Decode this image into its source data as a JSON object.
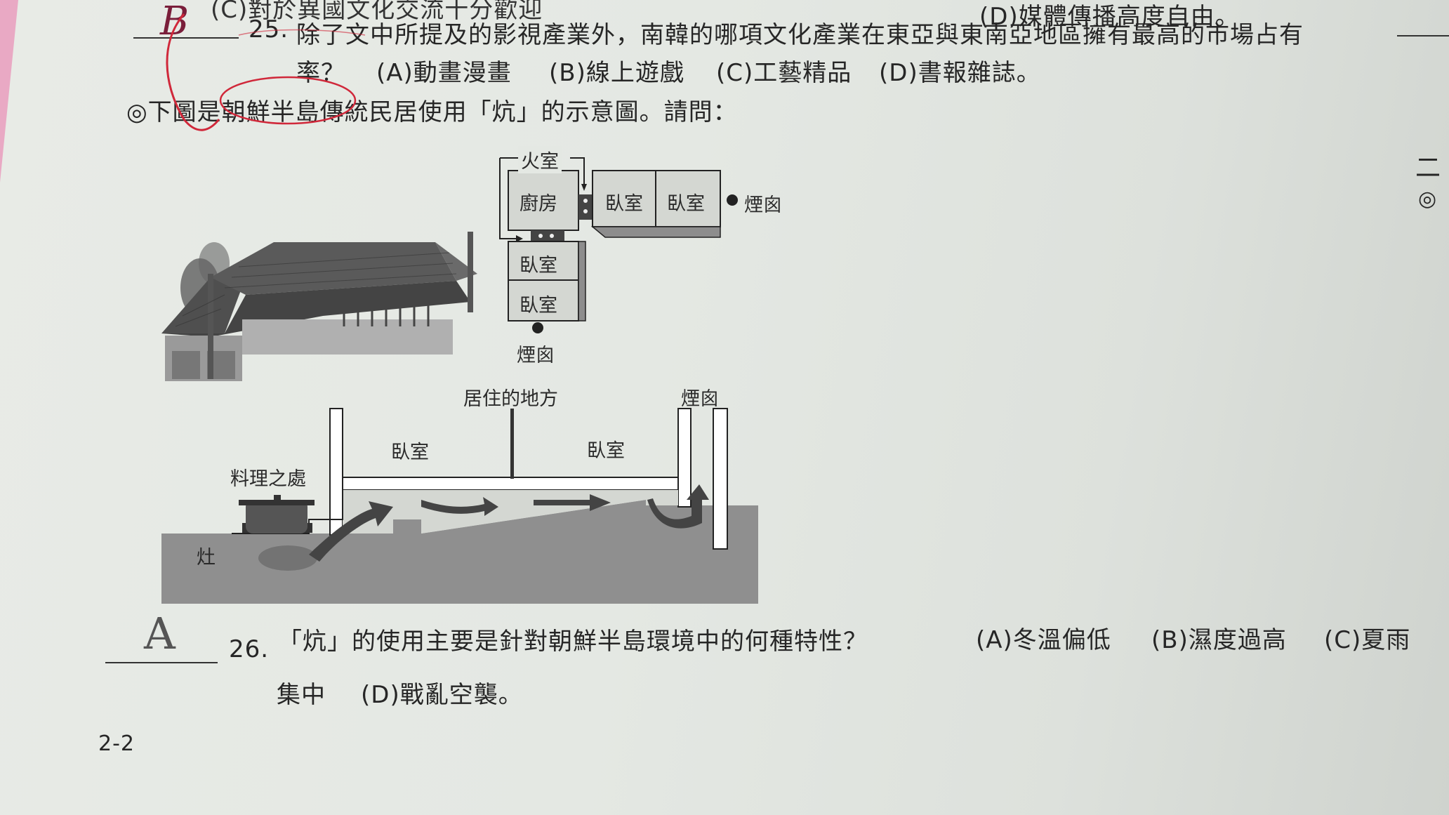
{
  "top_line": {
    "partial_left": "(C)對於異國文化交流十分歡迎",
    "option_d": "(D)媒體傳播高度自由。"
  },
  "q25": {
    "answer": "B",
    "number": "25.",
    "text_line1": "除了文中所提及的影視產業外，南韓的哪項文化產業在東亞與東南亞地區擁有最高的市場占有",
    "text_line2": "率？",
    "options": [
      "(A)動畫漫畫",
      "(B)線上遊戲",
      "(C)工藝精品",
      "(D)書報雜誌。"
    ]
  },
  "section_intro": "◎下圖是朝鮮半島傳統民居使用「炕」的示意圖。請問：",
  "figure": {
    "plan_labels": {
      "fire_room": "火室",
      "kitchen": "廚房",
      "bedroom": "臥室",
      "chimney": "煙囪"
    },
    "section_labels": {
      "living_area": "居住的地方",
      "chimney": "煙囪",
      "bedroom": "臥室",
      "cooking_place": "料理之處",
      "stove": "灶"
    }
  },
  "q26": {
    "answer": "A",
    "number": "26.",
    "text_line1": "「炕」的使用主要是針對朝鮮半島環境中的何種特性？",
    "options_line1": [
      "(A)冬溫偏低",
      "(B)濕度過高",
      "(C)夏雨"
    ],
    "text_line2": "集中",
    "option_d": "(D)戰亂空襲。"
  },
  "page_number": "2-2",
  "margin_marks": [
    "二",
    "◎"
  ],
  "colors": {
    "paper": "#e4e8e3",
    "ink": "#262626",
    "red_pen": "#d0283a",
    "pink_tab": "#e9a9c4"
  }
}
